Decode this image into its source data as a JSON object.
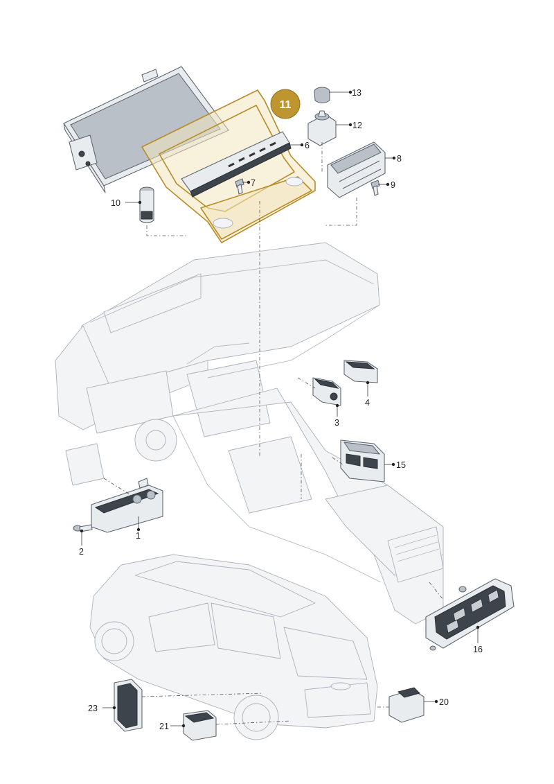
{
  "badge": {
    "label": "11"
  },
  "callouts": [
    {
      "id": "c13",
      "label": "13"
    },
    {
      "id": "c12",
      "label": "12"
    },
    {
      "id": "c6",
      "label": "6"
    },
    {
      "id": "c8",
      "label": "8"
    },
    {
      "id": "c7",
      "label": "7"
    },
    {
      "id": "c9",
      "label": "9"
    },
    {
      "id": "c10",
      "label": "10"
    },
    {
      "id": "c4",
      "label": "4"
    },
    {
      "id": "c3",
      "label": "3"
    },
    {
      "id": "c15",
      "label": "15"
    },
    {
      "id": "c1",
      "label": "1"
    },
    {
      "id": "c2",
      "label": "2"
    },
    {
      "id": "c16",
      "label": "16"
    },
    {
      "id": "c20",
      "label": "20"
    },
    {
      "id": "c23",
      "label": "23"
    },
    {
      "id": "c21",
      "label": "21"
    }
  ],
  "colors": {
    "highlight": "#bf9530",
    "line": "#5d6670"
  }
}
